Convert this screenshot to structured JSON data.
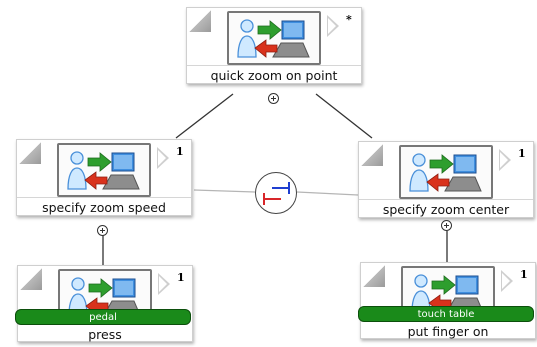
{
  "root": {
    "label": "quick zoom on point",
    "iteration": "*"
  },
  "left_task": {
    "label": "specify zoom speed",
    "iteration": "1"
  },
  "right_task": {
    "label": "specify zoom center",
    "iteration": "1"
  },
  "left_leaf": {
    "label": "press",
    "iteration": "1",
    "device": "pedal"
  },
  "right_leaf": {
    "label": "put finger on",
    "iteration": "1",
    "device": "touch table"
  },
  "operator": {
    "icon": "concurrency-operator-icon"
  },
  "colors": {
    "device_bar": "#1a8a1a",
    "arrow_right": "#2e9e2e",
    "arrow_left": "#d9321c",
    "op_blue": "#1f3fd0",
    "op_red": "#d8262a"
  }
}
